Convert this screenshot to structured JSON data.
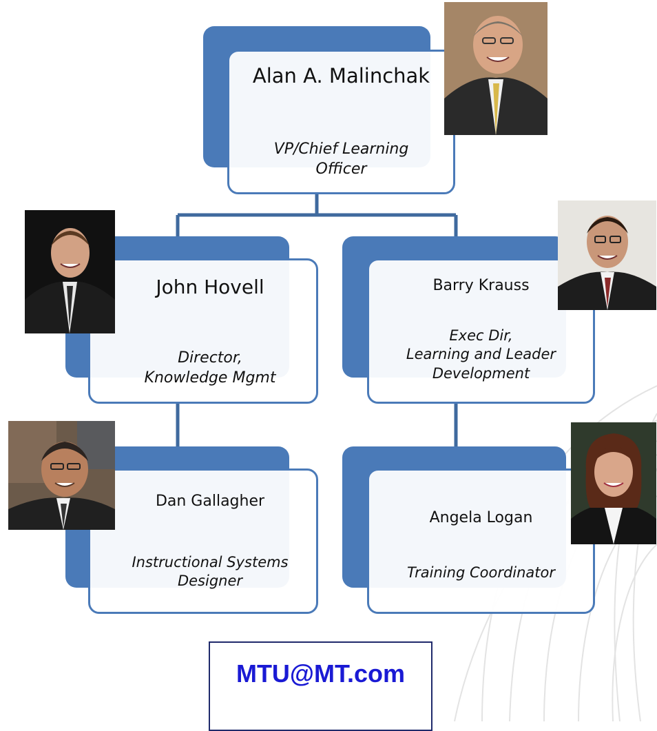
{
  "people": [
    {
      "id": "alan",
      "name": "Alan A. Malinchak",
      "role": [
        "VP/Chief Learning",
        "Officer"
      ]
    },
    {
      "id": "john",
      "name": "John Hovell",
      "role": [
        "Director,",
        "Knowledge Mgmt"
      ]
    },
    {
      "id": "barry",
      "name": "Barry Krauss",
      "role": [
        "Exec Dir,",
        "Learning and Leader",
        "Development"
      ]
    },
    {
      "id": "dan",
      "name": "Dan Gallagher",
      "role": [
        "Instructional Systems",
        "Designer"
      ]
    },
    {
      "id": "angela",
      "name": "Angela Logan",
      "role": [
        "Training Coordinator"
      ]
    }
  ],
  "contact": {
    "email": "MTU@MT.com"
  },
  "colors": {
    "box_accent": "#4a7ab8",
    "connector": "#3f6a9e",
    "email_text": "#1a1ad4",
    "email_border": "#1f2a6b"
  }
}
